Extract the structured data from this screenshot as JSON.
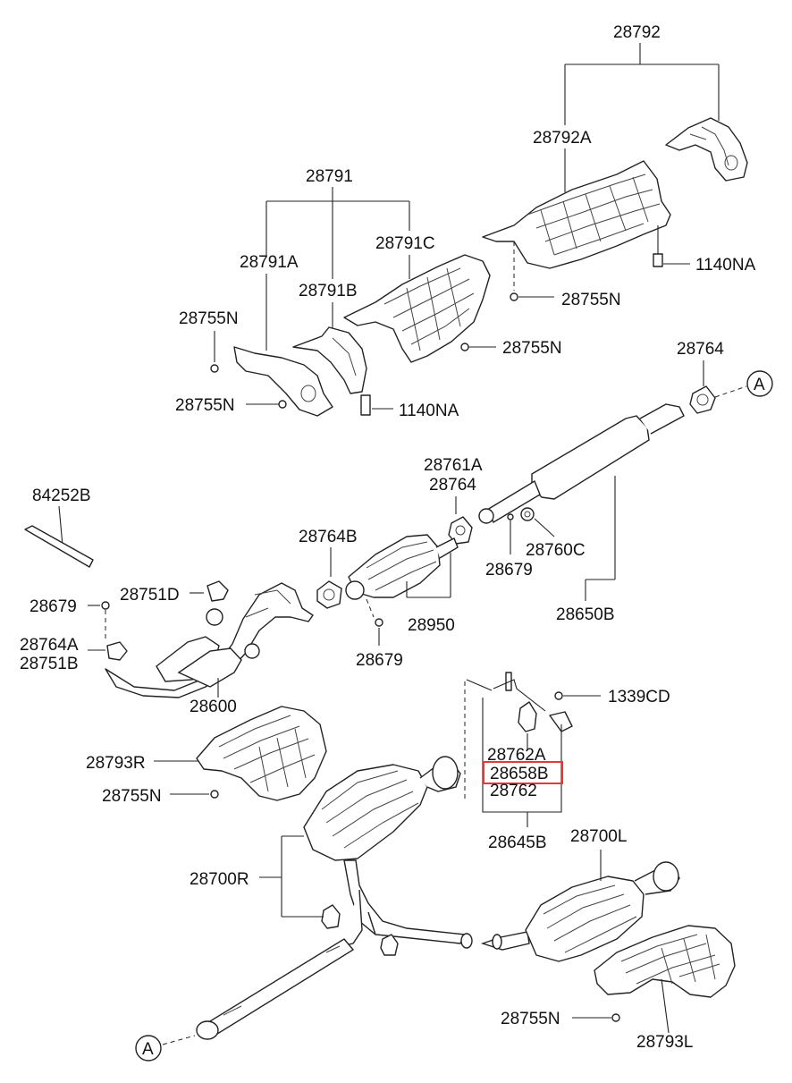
{
  "diagram": {
    "highlight_color": "#e53935",
    "labels": {
      "p28792": "28792",
      "p28792A": "28792A",
      "p28791": "28791",
      "p28791A": "28791A",
      "p28791B": "28791B",
      "p28791C": "28791C",
      "p28755N_a": "28755N",
      "p28755N_b": "28755N",
      "p28755N_c": "28755N",
      "p28755N_d": "28755N",
      "p28755N_e": "28755N",
      "p28755N_f": "28755N",
      "p1140NA_a": "1140NA",
      "p1140NA_b": "1140NA",
      "p28764_a": "28764",
      "p28761A": "28761A",
      "p28764_b": "28764",
      "p28764B": "28764B",
      "p28760C": "28760C",
      "p28679_a": "28679",
      "p28679_b": "28679",
      "p28679_c": "28679",
      "p28650B": "28650B",
      "p84252B": "84252B",
      "p28751D": "28751D",
      "p28764A": "28764A",
      "p28751B": "28751B",
      "p28950": "28950",
      "p28600": "28600",
      "p1339CD": "1339CD",
      "p28762A": "28762A",
      "p28658B": "28658B",
      "p28762": "28762",
      "p28645B": "28645B",
      "p28793R": "28793R",
      "p28700R": "28700R",
      "p28700L": "28700L",
      "p28793L": "28793L",
      "refA_top": "A",
      "refA_bottom": "A"
    }
  }
}
